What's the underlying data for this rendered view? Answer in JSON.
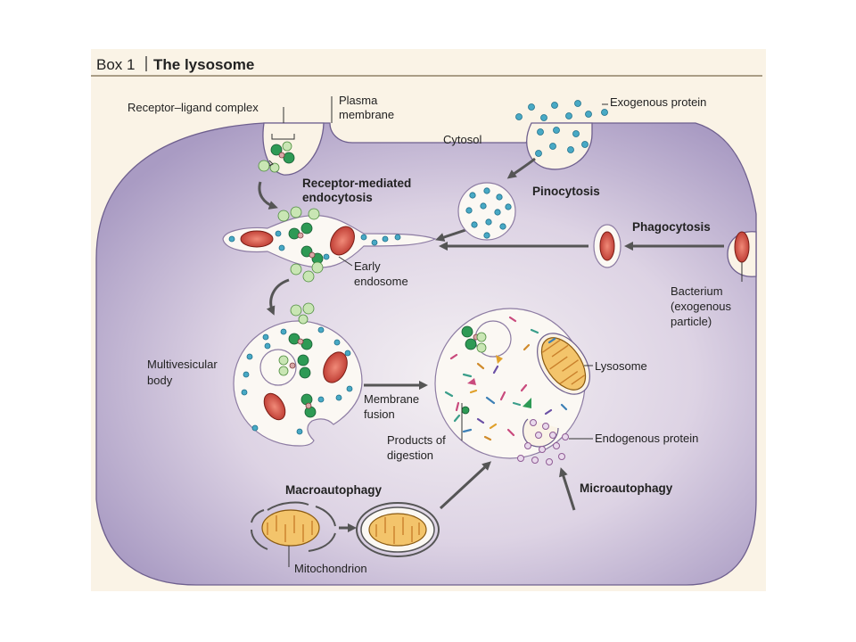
{
  "box": {
    "number": "Box 1",
    "title": "The lysosome"
  },
  "labels": {
    "receptor_ligand_complex": "Receptor–ligand complex",
    "plasma_membrane": [
      "Plasma",
      "membrane"
    ],
    "cytosol": "Cytosol",
    "exogenous_protein": "Exogenous protein",
    "receptor_mediated_endocytosis": [
      "Receptor-mediated",
      "endocytosis"
    ],
    "pinocytosis": "Pinocytosis",
    "phagocytosis": "Phagocytosis",
    "early_endosome": [
      "Early",
      "endosome"
    ],
    "bacterium": [
      "Bacterium",
      "(exogenous",
      "particle)"
    ],
    "multivesicular_body": [
      "Multivesicular",
      "body"
    ],
    "membrane_fusion": [
      "Membrane",
      "fusion"
    ],
    "lysosome": "Lysosome",
    "products_of_digestion": [
      "Products of",
      "digestion"
    ],
    "endogenous_protein": "Endogenous protein",
    "macroautophagy": "Macroautophagy",
    "microautophagy": "Microautophagy",
    "mitochondrion": "Mitochondrion"
  },
  "colors": {
    "panel": "#faf3e6",
    "cell_center": "#f3eef3",
    "cell_edge": "#a99bc3",
    "title_rule": "#7a6a4e",
    "arrow": "#555555"
  }
}
